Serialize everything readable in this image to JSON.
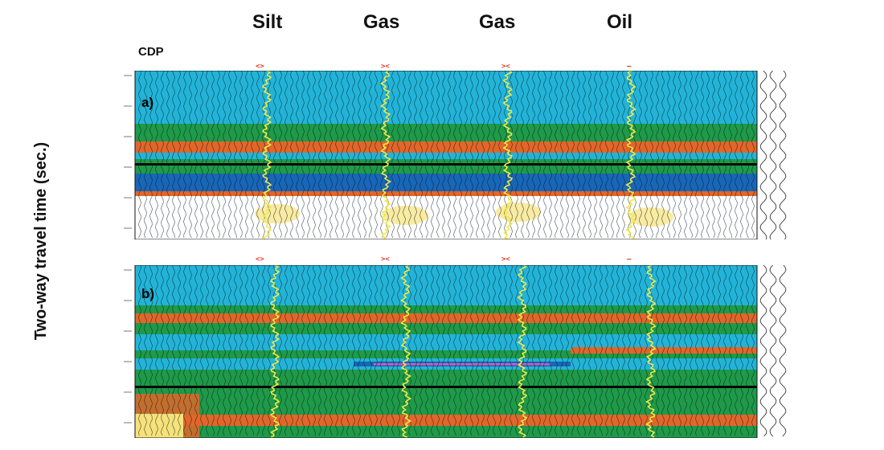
{
  "columns": [
    "Silt",
    "Gas",
    "Gas",
    "Oil"
  ],
  "cdp_label": "CDP",
  "y_axis_title": "Two-way travel time (sec.)",
  "panels": [
    {
      "tag": "a)"
    },
    {
      "tag": "b)"
    }
  ],
  "colors": {
    "cyan": "#22b4d8",
    "green": "#1e9a48",
    "orange": "#e2662a",
    "blue": "#1866b8",
    "white": "#ffffff",
    "well_log": "#f1e84a",
    "gas_highlight": "#d85ab8",
    "yellow_light": "#f6e27a"
  }
}
